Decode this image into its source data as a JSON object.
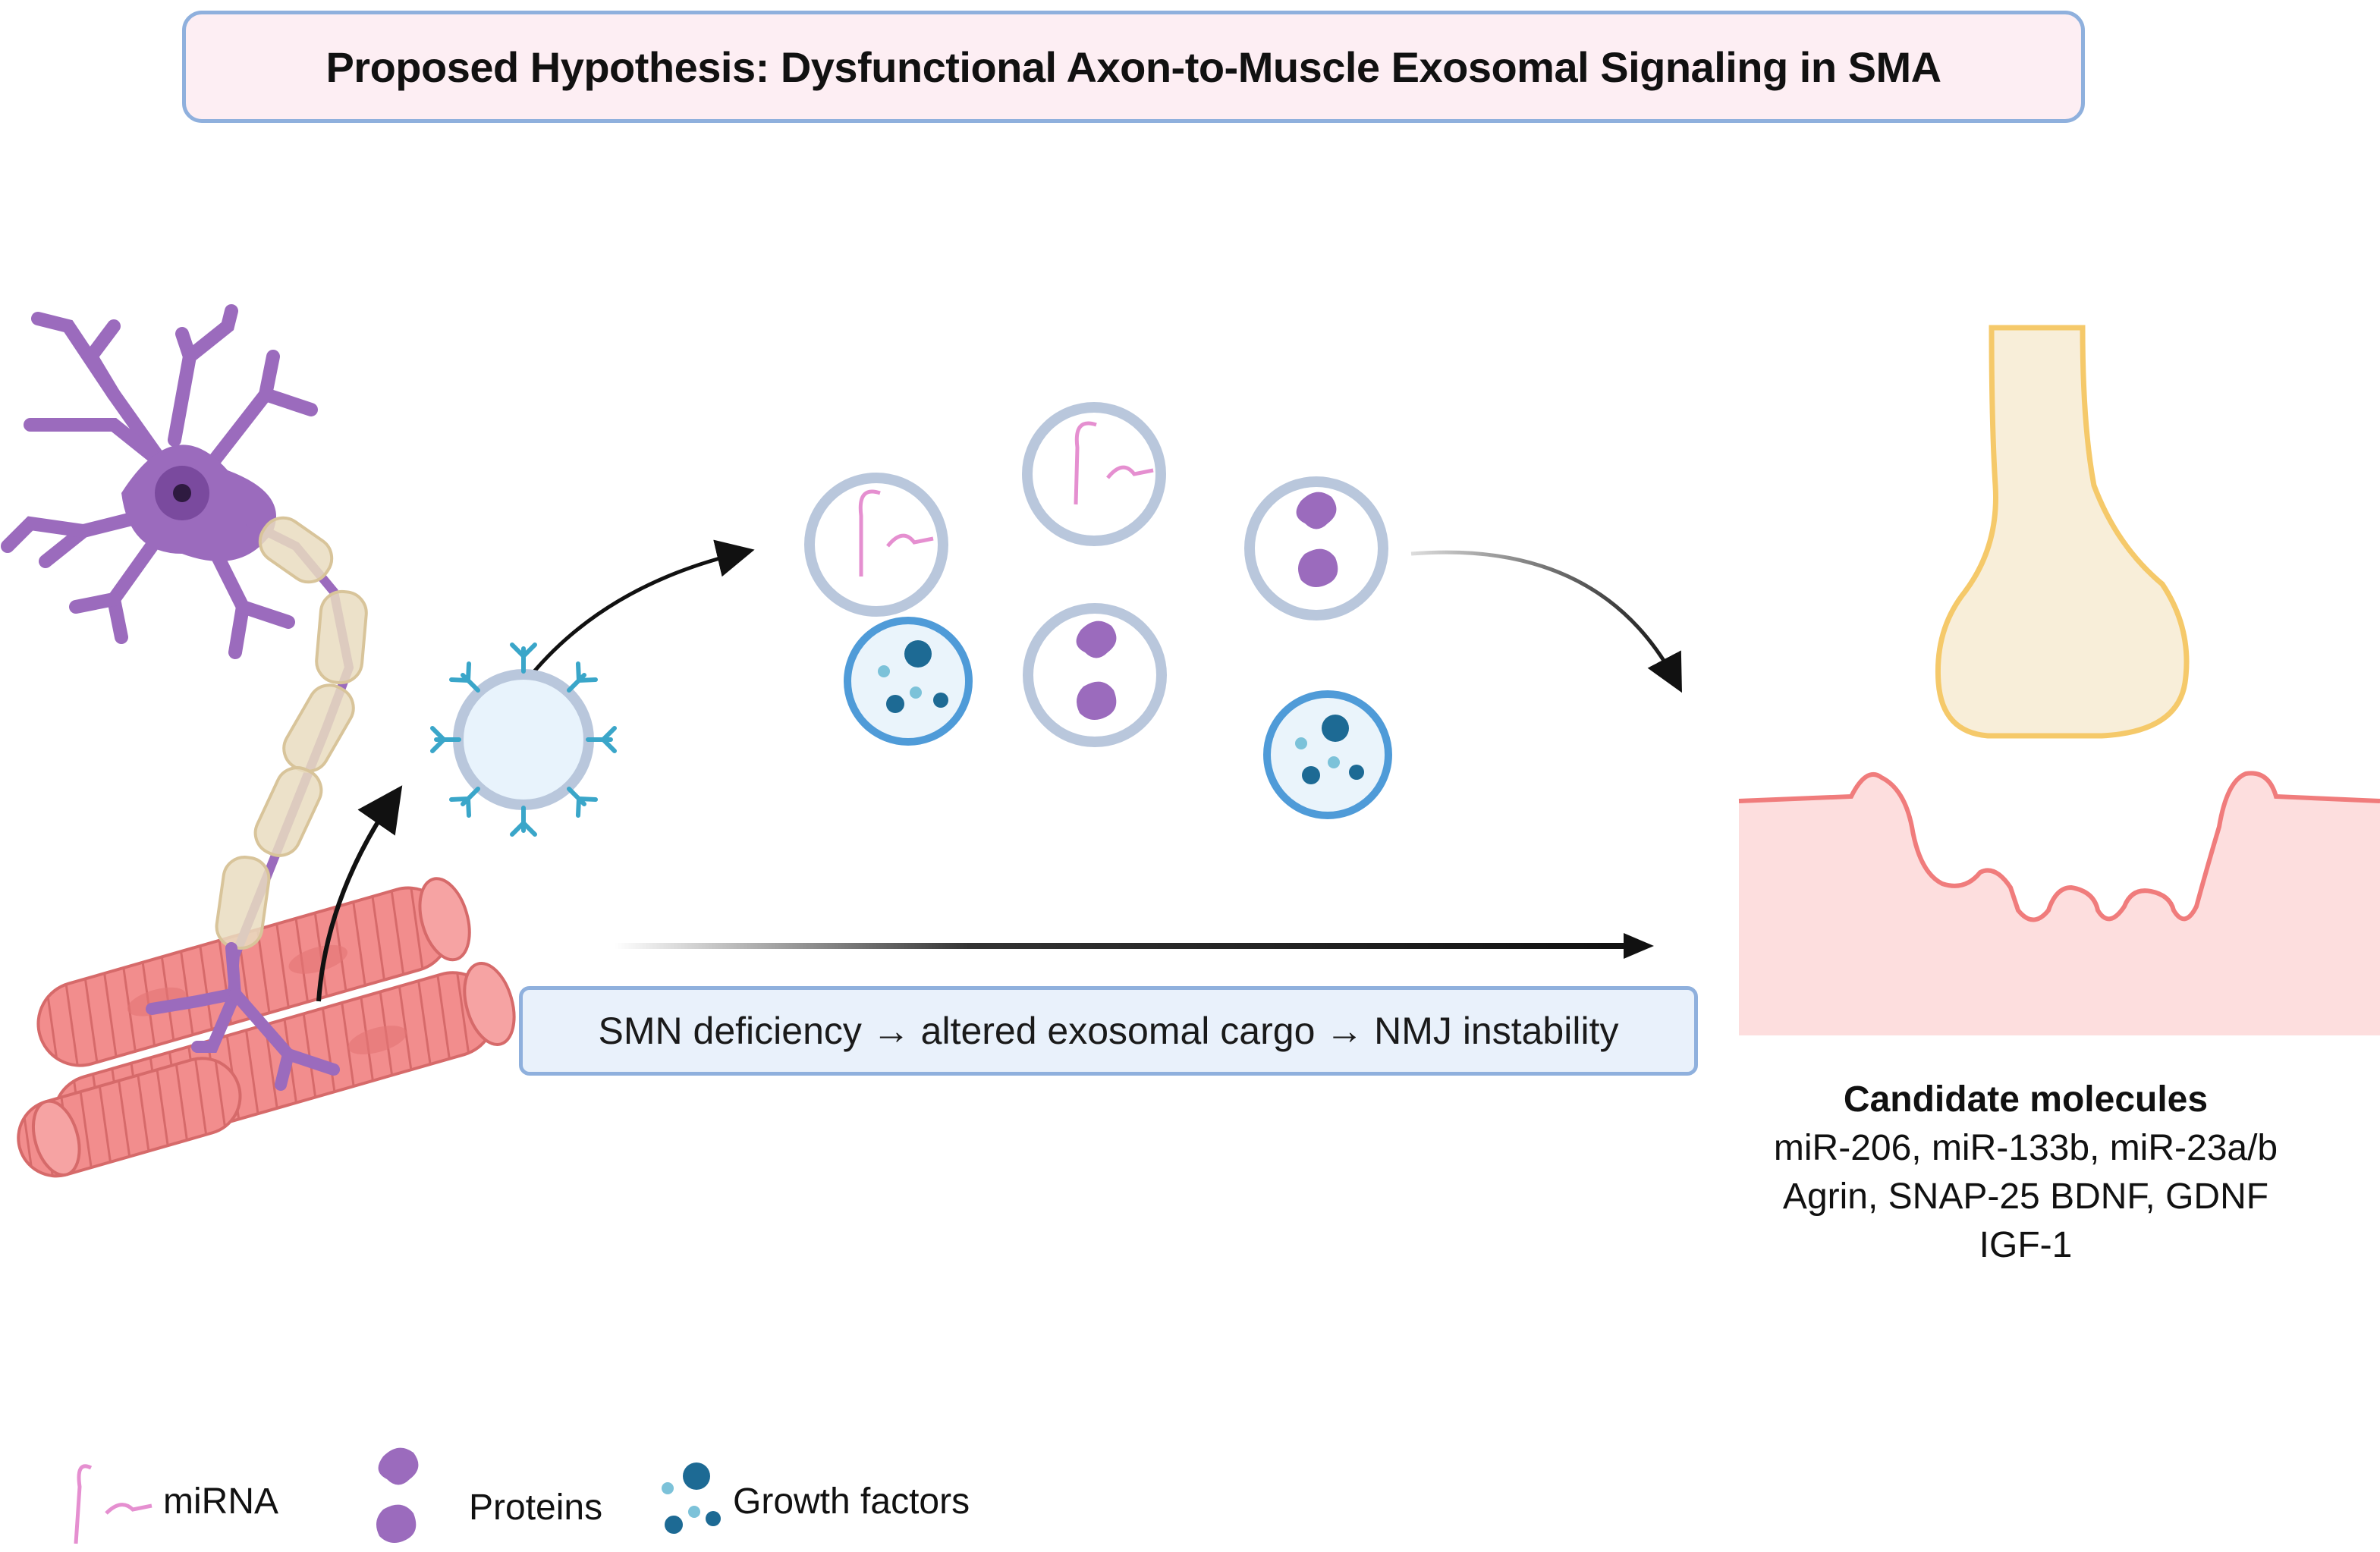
{
  "title": "Proposed Hypothesis: Dysfunctional Axon-to-Muscle Exosomal Signaling in SMA",
  "caption": "SMN deficiency → altered exosomal cargo → NMJ instability",
  "candidates": {
    "heading": "Candidate molecules",
    "lines": [
      "miR-206,  miR-133b,  miR-23a/b",
      "Agrin,  SNAP-25   BDNF, GDNF",
      "IGF-1"
    ]
  },
  "legend": {
    "mirna": "miRNA",
    "proteins": "Proteins",
    "growth_factors": "Growth factors"
  },
  "colors": {
    "neuron": "#9b6bbd",
    "myelin": "#e9dcc0",
    "muscle": "#f08a8a",
    "vesicle_ring": "#b9c7dc",
    "vesicle_blue_ring": "#4f9bd8",
    "growth_factor": "#1d6a94",
    "mirna": "#e58fd0",
    "terminal": "#f5c96a",
    "muscle_surface": "#fddede",
    "title_border": "#8fb0dd"
  }
}
